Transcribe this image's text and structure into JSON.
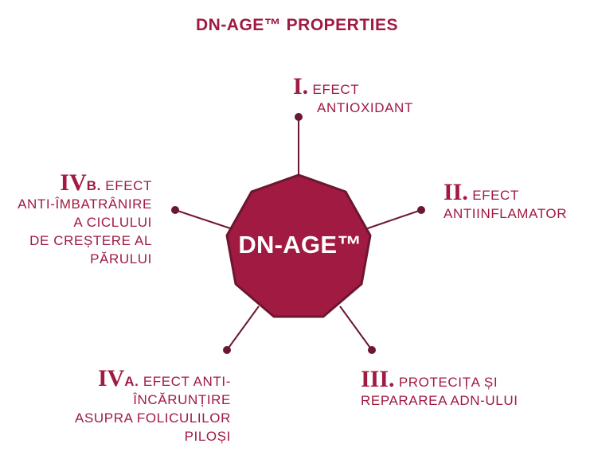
{
  "title": "DN-AGE™ PROPERTIES",
  "center": "DN-AGE™",
  "colors": {
    "accent": "#a01a41",
    "line": "#6b1730",
    "outline": "#6b1730",
    "text_on_accent": "#ffffff"
  },
  "properties": {
    "p1": {
      "num": "I.",
      "lines": [
        "EFECT",
        "ANTIOXIDANT"
      ]
    },
    "p2": {
      "num": "II.",
      "lines": [
        "EFECT",
        "ANTIINFLAMATOR"
      ]
    },
    "p3": {
      "num": "III.",
      "lines": [
        "PROTECIȚA ȘI",
        "REPARAREA ADN-ULUI"
      ]
    },
    "p4b": {
      "num": "IV",
      "sub": "B.",
      "lines": [
        "EFECT",
        "ANTI-ÎMBATRÂNIRE",
        "A CICLULUI",
        "DE CREȘTERE AL",
        "PĂRULUI"
      ]
    },
    "p4a": {
      "num": "IV",
      "sub": "A.",
      "lines": [
        "EFECT ANTI-",
        "ÎNCĂRUNȚIRE",
        "ASUPRA FOLICULILOR",
        "PILOȘI"
      ]
    }
  }
}
